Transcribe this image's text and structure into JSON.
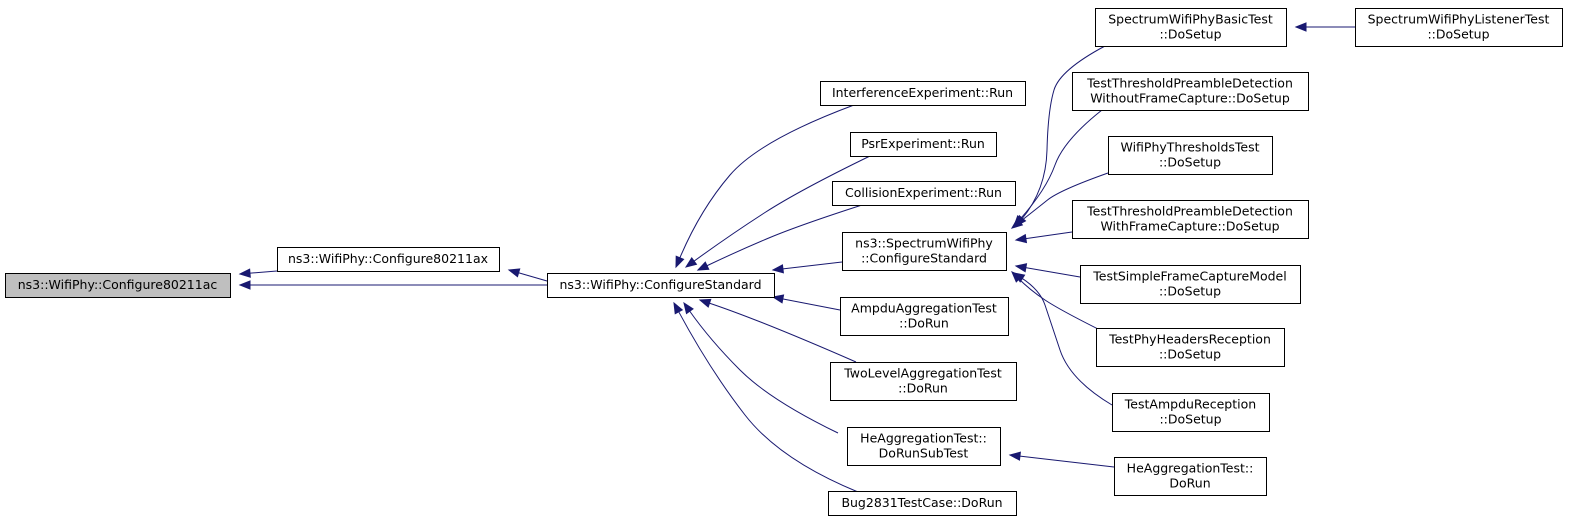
{
  "graph": {
    "nodes": [
      {
        "id": "root",
        "lines": [
          "ns3::WifiPhy::Configure80211ac"
        ]
      },
      {
        "id": "c80211ax",
        "lines": [
          "ns3::WifiPhy::Configure80211ax"
        ]
      },
      {
        "id": "configStd",
        "lines": [
          "ns3::WifiPhy::ConfigureStandard"
        ]
      },
      {
        "id": "interference",
        "lines": [
          "InterferenceExperiment::Run"
        ]
      },
      {
        "id": "psr",
        "lines": [
          "PsrExperiment::Run"
        ]
      },
      {
        "id": "collision",
        "lines": [
          "CollisionExperiment::Run"
        ]
      },
      {
        "id": "spectrumCfg",
        "lines": [
          "ns3::SpectrumWifiPhy",
          "::ConfigureStandard"
        ]
      },
      {
        "id": "ampduAgg",
        "lines": [
          "AmpduAggregationTest",
          "::DoRun"
        ]
      },
      {
        "id": "twoLevel",
        "lines": [
          "TwoLevelAggregationTest",
          "::DoRun"
        ]
      },
      {
        "id": "heSub",
        "lines": [
          "HeAggregationTest::",
          "DoRunSubTest"
        ]
      },
      {
        "id": "bug2831",
        "lines": [
          "Bug2831TestCase::DoRun"
        ]
      },
      {
        "id": "basicTest",
        "lines": [
          "SpectrumWifiPhyBasicTest",
          "::DoSetup"
        ]
      },
      {
        "id": "listenerTest",
        "lines": [
          "SpectrumWifiPhyListenerTest",
          "::DoSetup"
        ]
      },
      {
        "id": "tpdNoCap",
        "lines": [
          "TestThresholdPreambleDetection",
          "WithoutFrameCapture::DoSetup"
        ]
      },
      {
        "id": "thresholds",
        "lines": [
          "WifiPhyThresholdsTest",
          "::DoSetup"
        ]
      },
      {
        "id": "tpdCap",
        "lines": [
          "TestThresholdPreambleDetection",
          "WithFrameCapture::DoSetup"
        ]
      },
      {
        "id": "simpleCap",
        "lines": [
          "TestSimpleFrameCaptureModel",
          "::DoSetup"
        ]
      },
      {
        "id": "phyHeaders",
        "lines": [
          "TestPhyHeadersReception",
          "::DoSetup"
        ]
      },
      {
        "id": "ampduRx",
        "lines": [
          "TestAmpduReception",
          "::DoSetup"
        ]
      },
      {
        "id": "heRun",
        "lines": [
          "HeAggregationTest::",
          "DoRun"
        ]
      }
    ],
    "edges": [
      {
        "from": "c80211ax",
        "to": "root"
      },
      {
        "from": "configStd",
        "to": "root"
      },
      {
        "from": "configStd",
        "to": "c80211ax"
      },
      {
        "from": "interference",
        "to": "configStd"
      },
      {
        "from": "psr",
        "to": "configStd"
      },
      {
        "from": "collision",
        "to": "configStd"
      },
      {
        "from": "spectrumCfg",
        "to": "configStd"
      },
      {
        "from": "ampduAgg",
        "to": "configStd"
      },
      {
        "from": "twoLevel",
        "to": "configStd"
      },
      {
        "from": "heSub",
        "to": "configStd"
      },
      {
        "from": "bug2831",
        "to": "configStd"
      },
      {
        "from": "basicTest",
        "to": "spectrumCfg"
      },
      {
        "from": "tpdNoCap",
        "to": "spectrumCfg"
      },
      {
        "from": "thresholds",
        "to": "spectrumCfg"
      },
      {
        "from": "tpdCap",
        "to": "spectrumCfg"
      },
      {
        "from": "simpleCap",
        "to": "spectrumCfg"
      },
      {
        "from": "phyHeaders",
        "to": "spectrumCfg"
      },
      {
        "from": "ampduRx",
        "to": "spectrumCfg"
      },
      {
        "from": "listenerTest",
        "to": "basicTest"
      },
      {
        "from": "heRun",
        "to": "heSub"
      }
    ],
    "colors": {
      "edge": "#191970",
      "root_fill": "#bfbfbf",
      "node_fill": "#ffffff",
      "border": "#000000"
    }
  }
}
